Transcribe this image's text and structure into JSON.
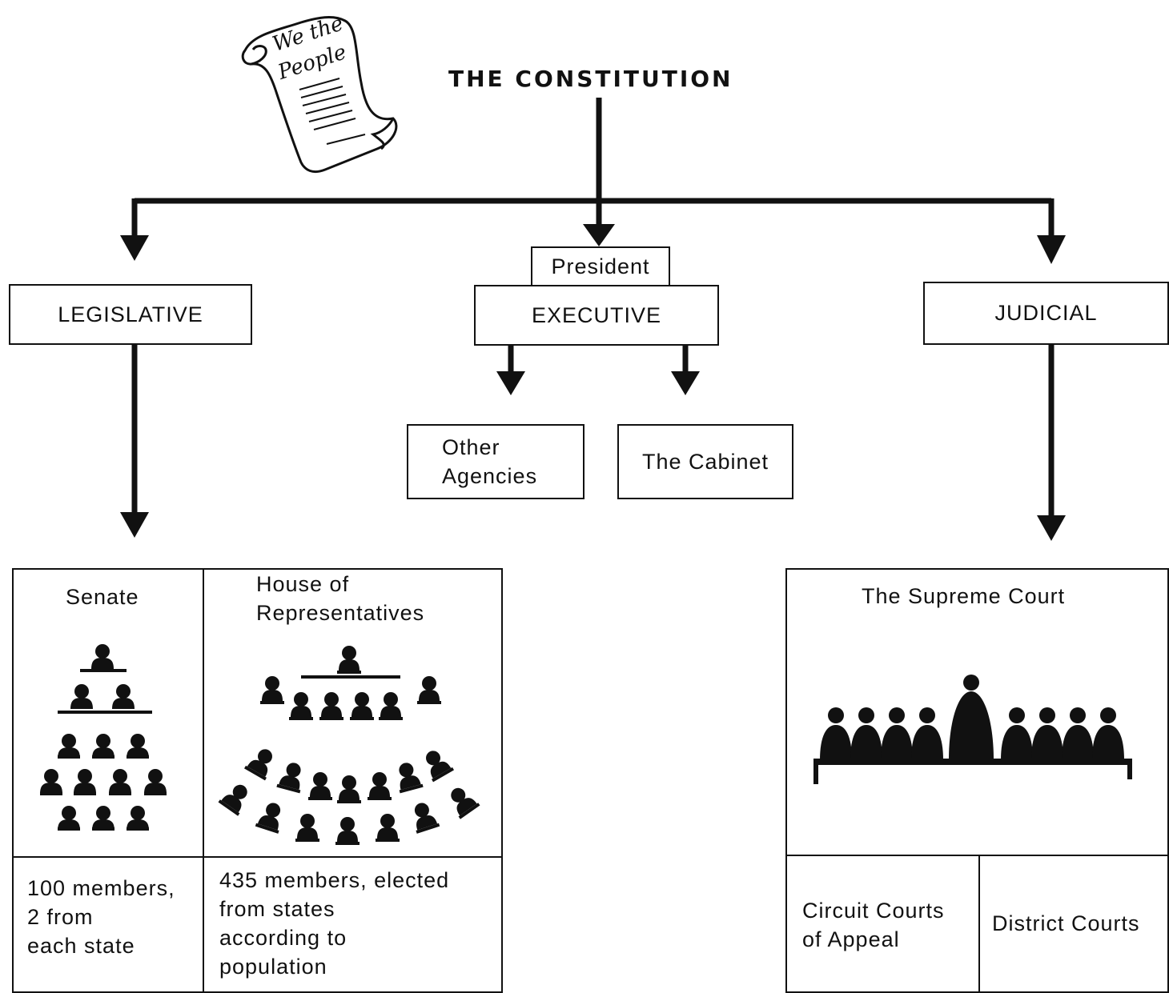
{
  "title": "THE CONSTITUTION",
  "scroll_text": "We the People",
  "branches": {
    "legislative": "LEGISLATIVE",
    "executive": "EXECUTIVE",
    "judicial": "JUDICIAL",
    "president": "President"
  },
  "executive_children": {
    "other_agencies": "Other\nAgencies",
    "cabinet": "The Cabinet"
  },
  "legislative_panel": {
    "senate_title": "Senate",
    "house_title": "House of\nRepresentatives",
    "senate_note": "100 members,\n2 from\neach state",
    "house_note": "435 members, elected\nfrom states\naccording to\npopulation"
  },
  "judicial_panel": {
    "supreme_title": "The Supreme Court",
    "circuit": "Circuit Courts\nof Appeal",
    "district": "District Courts"
  }
}
